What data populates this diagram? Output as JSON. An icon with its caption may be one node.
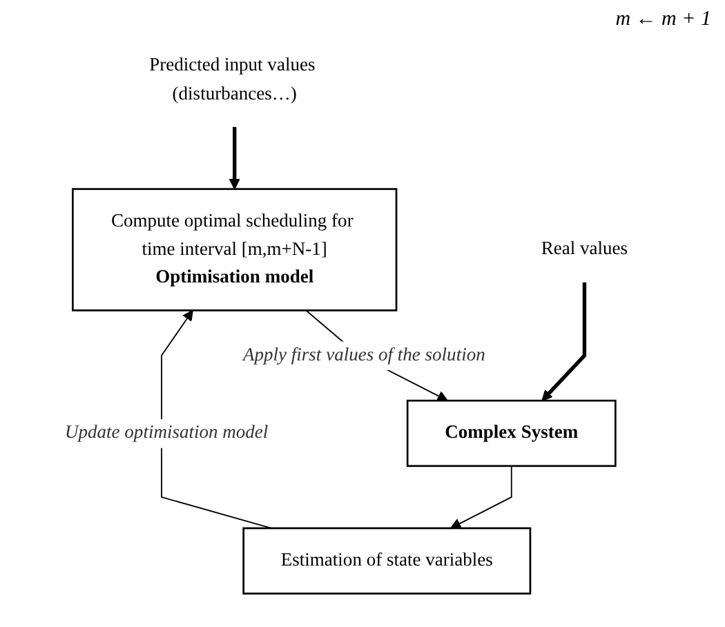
{
  "diagram": {
    "nodes": [
      {
        "text": [
          "Compute optimal scheduling for time interval [m,m+N-1]",
          "Optimisation model"
        ]
      },
      {
        "text": [
          "Predicted input values (disturbances…)"
        ]
      },
      {
        "text": [
          "Complex System"
        ]
      },
      {
        "text": [
          "Real values"
        ]
      },
      {
        "text": [
          "Estimation of state variables"
        ]
      }
    ],
    "edges": [
      {
        "from": 1,
        "to": 0,
        "arrow": "to",
        "style": "thick"
      },
      {
        "from": 0,
        "to": 2,
        "arrow": "to",
        "label": "Apply first values of the solution"
      },
      {
        "from": 3,
        "to": 2,
        "arrow": "to",
        "style": "thick"
      },
      {
        "from": 2,
        "to": 4,
        "arrow": "to"
      },
      {
        "from": 4,
        "to": 0,
        "arrow": "to",
        "label": "Update optimisation model"
      }
    ],
    "labels": [
      "m ← m + 1"
    ]
  }
}
